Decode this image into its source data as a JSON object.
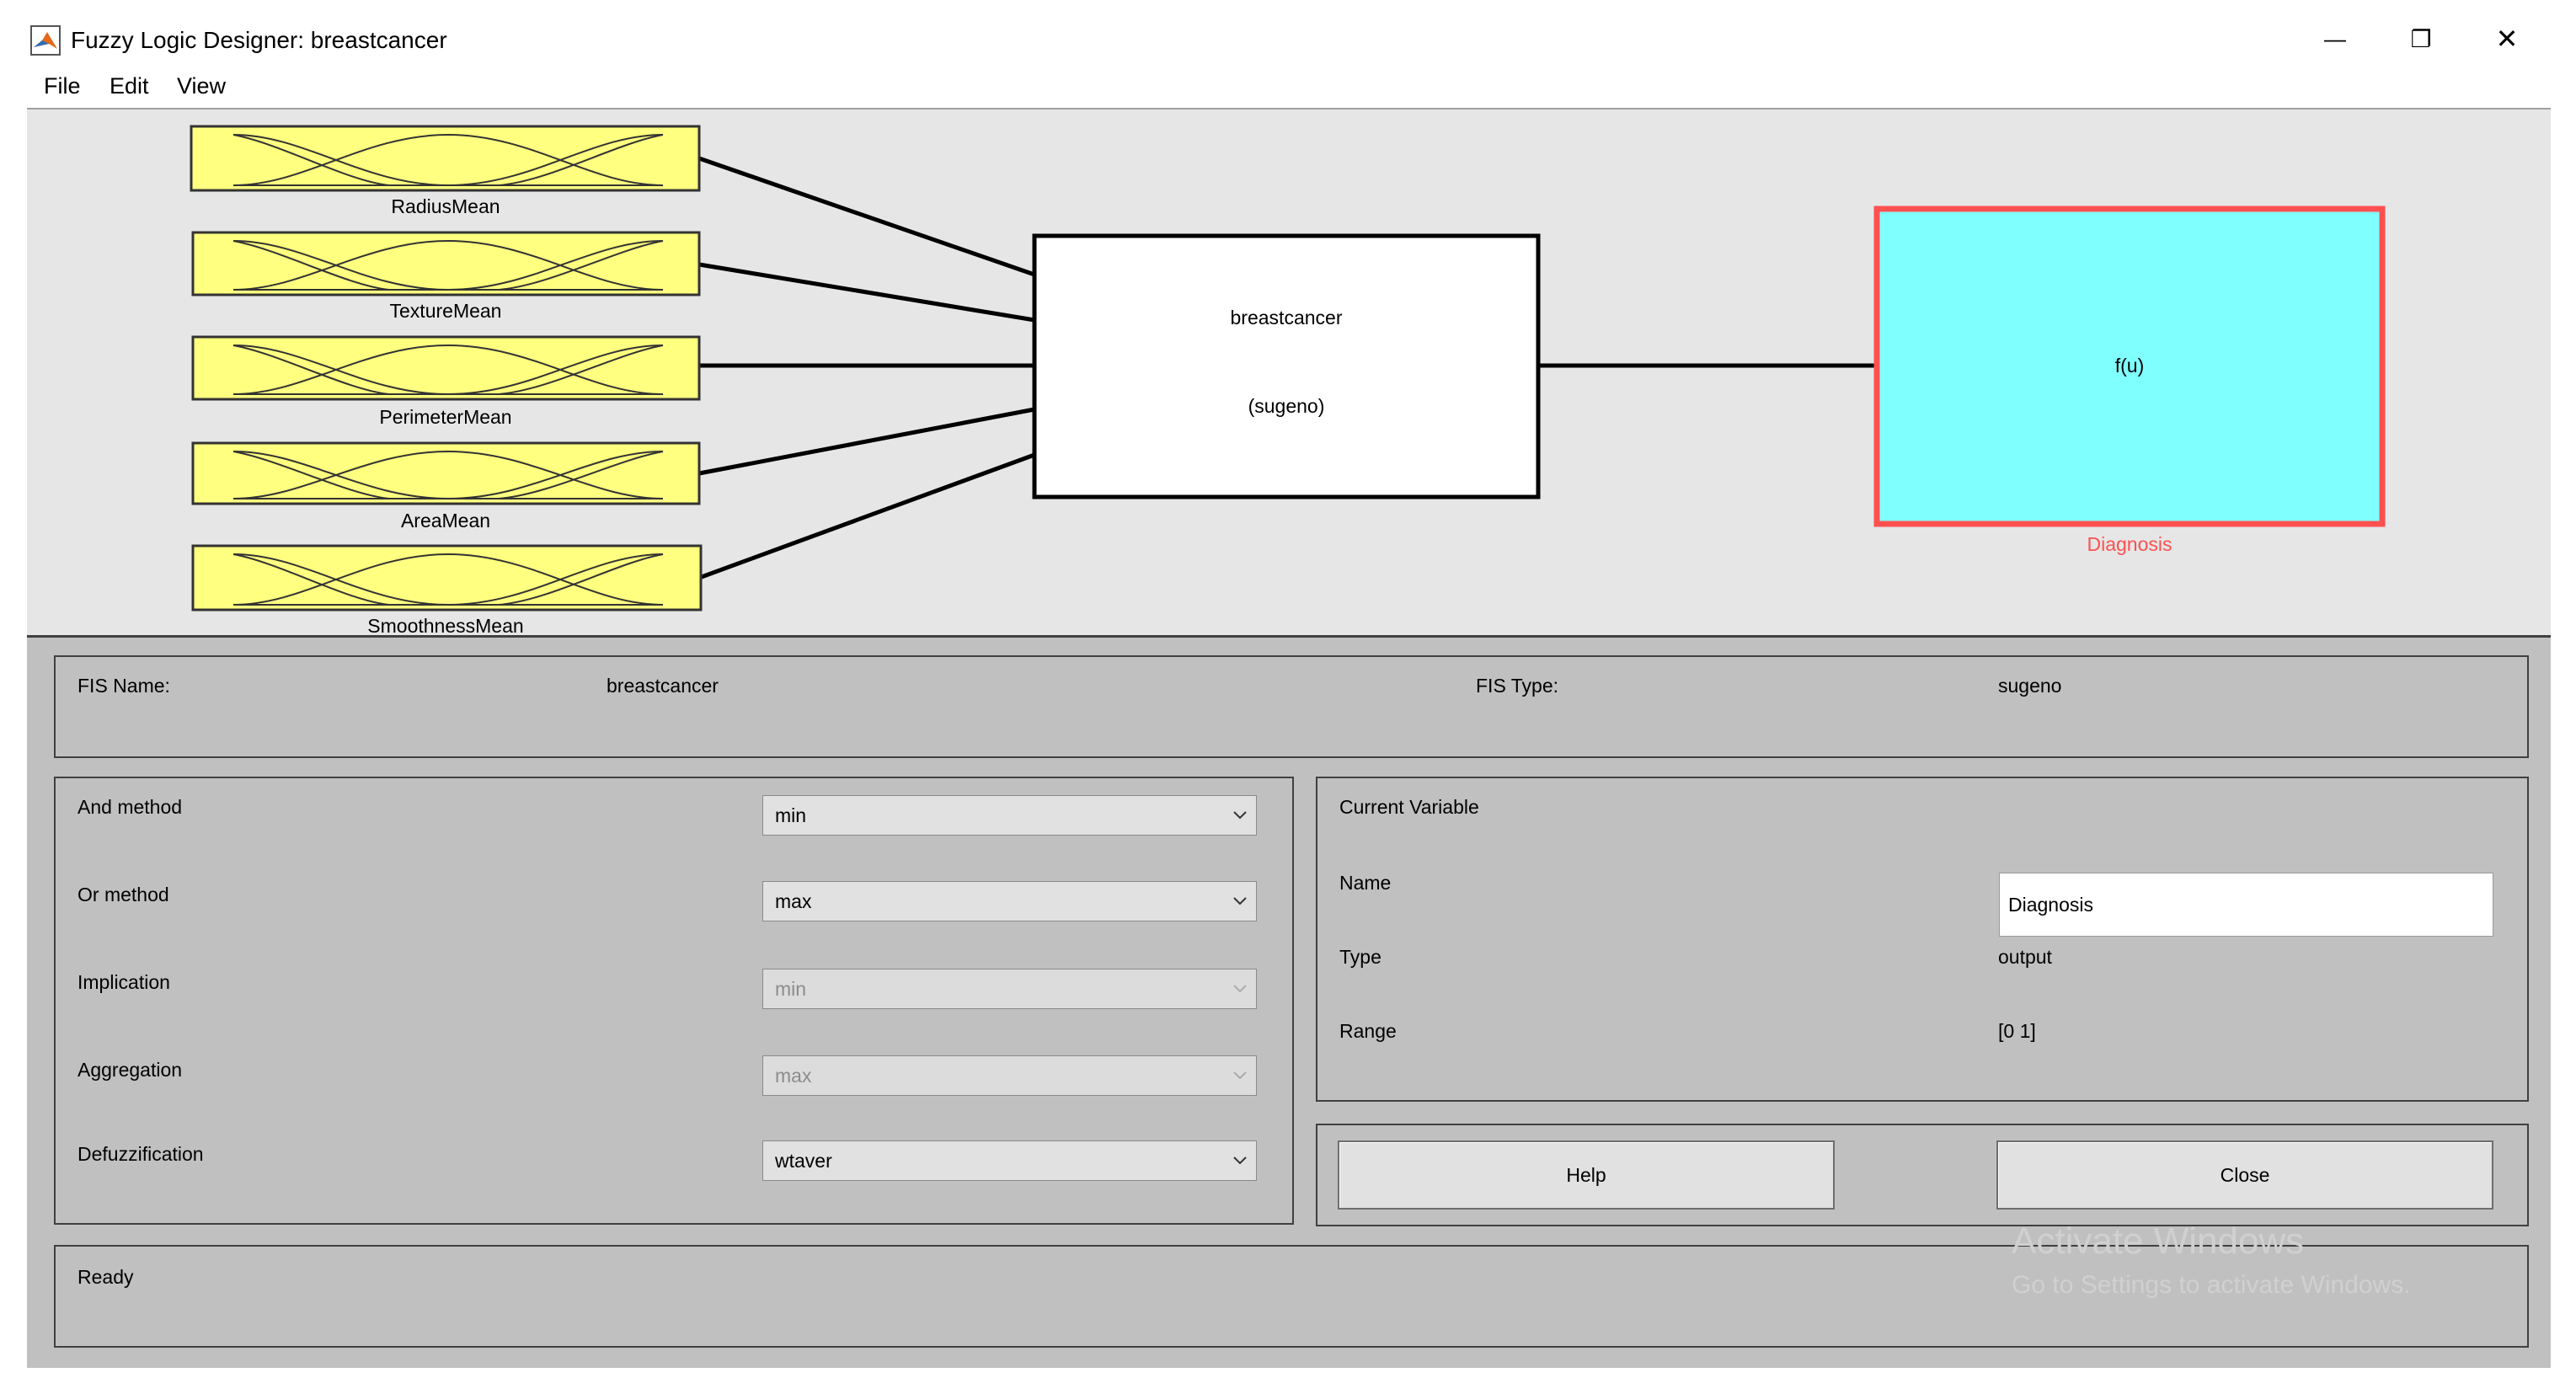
{
  "window": {
    "title": "Fuzzy Logic Designer: breastcancer",
    "minimize_glyph": "—",
    "restore_glyph": "❐",
    "close_glyph": "✕"
  },
  "menu": [
    "File",
    "Edit",
    "View"
  ],
  "diagram": {
    "inputs": [
      "RadiusMean",
      "TextureMean",
      "PerimeterMean",
      "AreaMean",
      "SmoothnessMean"
    ],
    "system_name": "breastcancer",
    "system_type": "(sugeno)",
    "output_function": "f(u)",
    "output_name": "Diagnosis",
    "colors": {
      "input_fill": "#ffff80",
      "output_fill": "#80ffff",
      "selected_border": "#ff5050",
      "output_label": "#ff5050"
    }
  },
  "fis_info": {
    "name_label": "FIS Name:",
    "name_value": "breastcancer",
    "type_label": "FIS Type:",
    "type_value": "sugeno"
  },
  "methods": [
    {
      "label": "And method",
      "value": "min",
      "enabled": true
    },
    {
      "label": "Or method",
      "value": "max",
      "enabled": true
    },
    {
      "label": "Implication",
      "value": "min",
      "enabled": false
    },
    {
      "label": "Aggregation",
      "value": "max",
      "enabled": false
    },
    {
      "label": "Defuzzification",
      "value": "wtaver",
      "enabled": true
    }
  ],
  "current_variable": {
    "heading": "Current Variable",
    "name_label": "Name",
    "name_value": "Diagnosis",
    "type_label": "Type",
    "type_value": "output",
    "range_label": "Range",
    "range_value": "[0 1]"
  },
  "buttons": {
    "help": "Help",
    "close": "Close"
  },
  "status": {
    "text": "Ready"
  },
  "watermark": {
    "line1": "Activate Windows",
    "line2": "Go to Settings to activate Windows."
  }
}
